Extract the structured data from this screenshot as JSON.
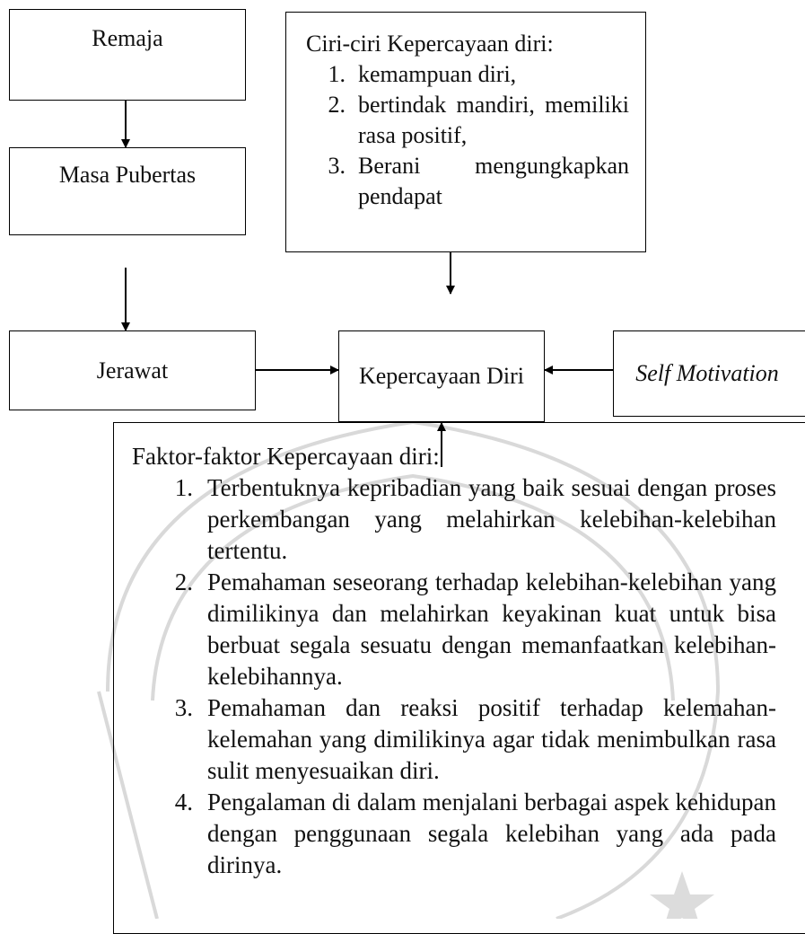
{
  "nodes": {
    "remaja": "Remaja",
    "masa_pubertas": "Masa Pubertas",
    "jerawat": "Jerawat",
    "kepercayaan_diri": "Kepercayaan Diri",
    "self_motivation": "Self Motivation"
  },
  "ciri": {
    "title": "Ciri-ciri Kepercayaan diri:",
    "items": [
      {
        "num": "1.",
        "text": "kemampuan diri,"
      },
      {
        "num": "2.",
        "text": "bertindak mandiri, memiliki rasa positif,"
      },
      {
        "num": "3.",
        "text": "Berani mengungkapkan pendapat"
      }
    ]
  },
  "faktor": {
    "title": "Faktor-faktor Kepercayaan diri:",
    "items": [
      {
        "num": "1.",
        "text": "Terbentuknya kepribadian yang baik sesuai dengan proses perkembangan yang melahirkan kelebihan-kelebihan tertentu."
      },
      {
        "num": "2.",
        "text": "Pemahaman seseorang terhadap kelebihan-kelebihan yang dimilikinya dan melahirkan keyakinan kuat untuk bisa berbuat segala sesuatu dengan memanfaatkan kelebihan-kelebihannya."
      },
      {
        "num": "3.",
        "text": "Pemahaman dan reaksi positif terhadap kelemahan-kelemahan yang dimilikinya agar tidak menimbulkan rasa sulit menyesuaikan diri."
      },
      {
        "num": "4.",
        "text": "Pengalaman di dalam menjalani berbagai aspek kehidupan dengan penggunaan segala kelebihan yang ada pada dirinya."
      }
    ]
  },
  "colors": {
    "stroke": "#000000",
    "watermark": "#d9d9d9"
  }
}
